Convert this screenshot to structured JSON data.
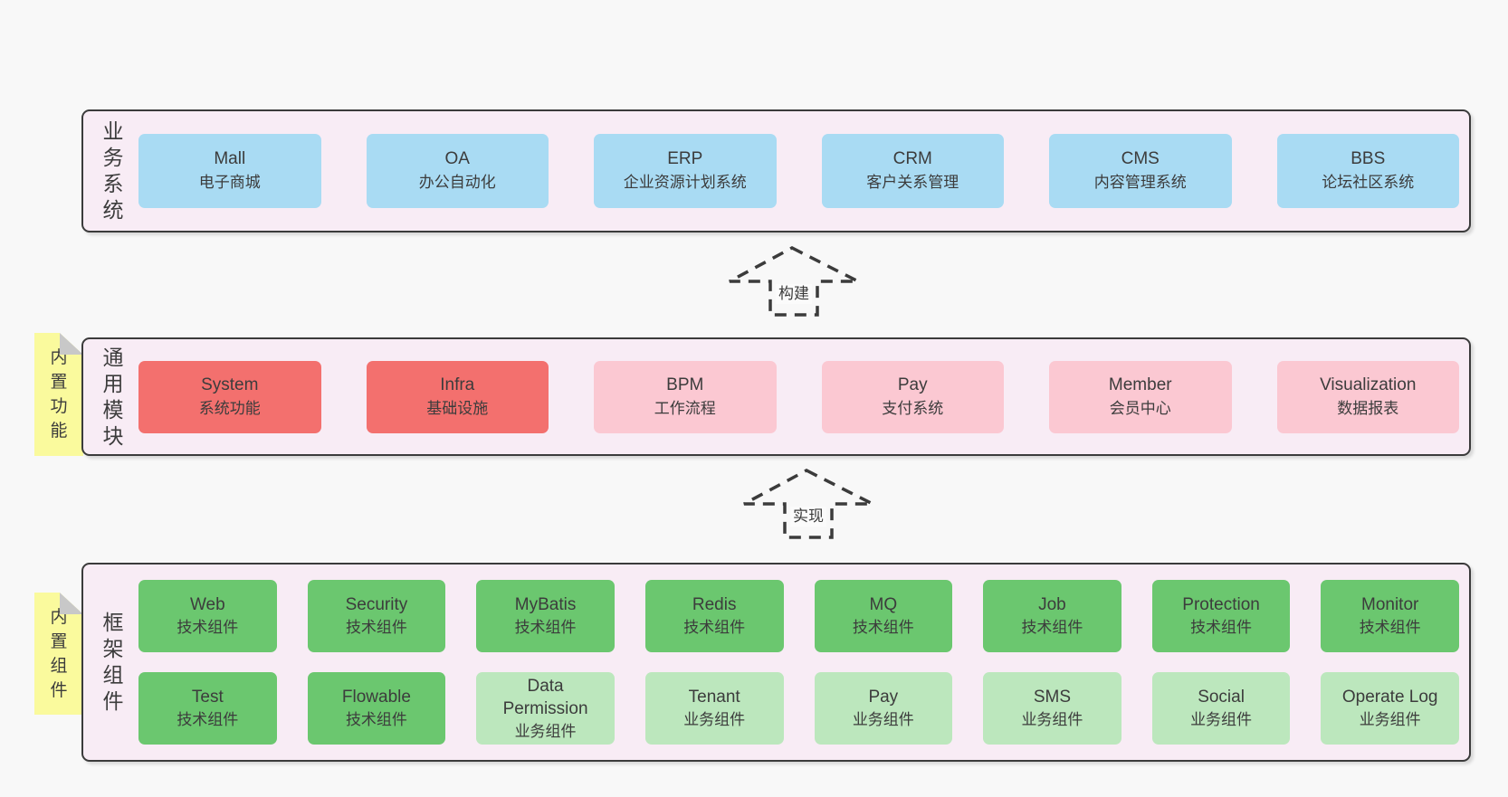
{
  "colors": {
    "page_bg": "#f8f8f8",
    "layer_bg": "#f8ecf5",
    "layer_border": "#3b3b3b",
    "box_blue": "#a9dbf3",
    "box_red": "#f3706e",
    "box_pink": "#fbc8d2",
    "box_green": "#6bc76f",
    "box_green_light": "#bce7bd",
    "sticky_yellow": "#fafa9d",
    "sticky_fold": "#c8c8c8",
    "arrow_dash": "#3b3b3b",
    "text": "#3c3c3c"
  },
  "layers": [
    {
      "label": "业务系统",
      "rows": [
        [
          {
            "en": "Mall",
            "zh": "电子商城"
          },
          {
            "en": "OA",
            "zh": "办公自动化"
          },
          {
            "en": "ERP",
            "zh": "企业资源计划系统"
          },
          {
            "en": "CRM",
            "zh": "客户关系管理"
          },
          {
            "en": "CMS",
            "zh": "内容管理系统"
          },
          {
            "en": "BBS",
            "zh": "论坛社区系统"
          }
        ]
      ]
    },
    {
      "label": "通用模块",
      "sticky": "内置功能",
      "rows": [
        [
          {
            "en": "System",
            "zh": "系统功能"
          },
          {
            "en": "Infra",
            "zh": "基础设施"
          },
          {
            "en": "BPM",
            "zh": "工作流程"
          },
          {
            "en": "Pay",
            "zh": "支付系统"
          },
          {
            "en": "Member",
            "zh": "会员中心"
          },
          {
            "en": "Visualization",
            "zh": "数据报表"
          }
        ]
      ]
    },
    {
      "label": "框架组件",
      "sticky": "内置组件",
      "rows": [
        [
          {
            "en": "Web",
            "zh": "技术组件"
          },
          {
            "en": "Security",
            "zh": "技术组件"
          },
          {
            "en": "MyBatis",
            "zh": "技术组件"
          },
          {
            "en": "Redis",
            "zh": "技术组件"
          },
          {
            "en": "MQ",
            "zh": "技术组件"
          },
          {
            "en": "Job",
            "zh": "技术组件"
          },
          {
            "en": "Protection",
            "zh": "技术组件"
          },
          {
            "en": "Monitor",
            "zh": "技术组件"
          }
        ],
        [
          {
            "en": "Test",
            "zh": "技术组件"
          },
          {
            "en": "Flowable",
            "zh": "技术组件"
          },
          {
            "en": "Data Permission",
            "zh": "业务组件"
          },
          {
            "en": "Tenant",
            "zh": "业务组件"
          },
          {
            "en": "Pay",
            "zh": "业务组件"
          },
          {
            "en": "SMS",
            "zh": "业务组件"
          },
          {
            "en": "Social",
            "zh": "业务组件"
          },
          {
            "en": "Operate Log",
            "zh": "业务组件"
          }
        ]
      ]
    }
  ],
  "arrows": [
    {
      "label": "构建"
    },
    {
      "label": "实现"
    }
  ]
}
